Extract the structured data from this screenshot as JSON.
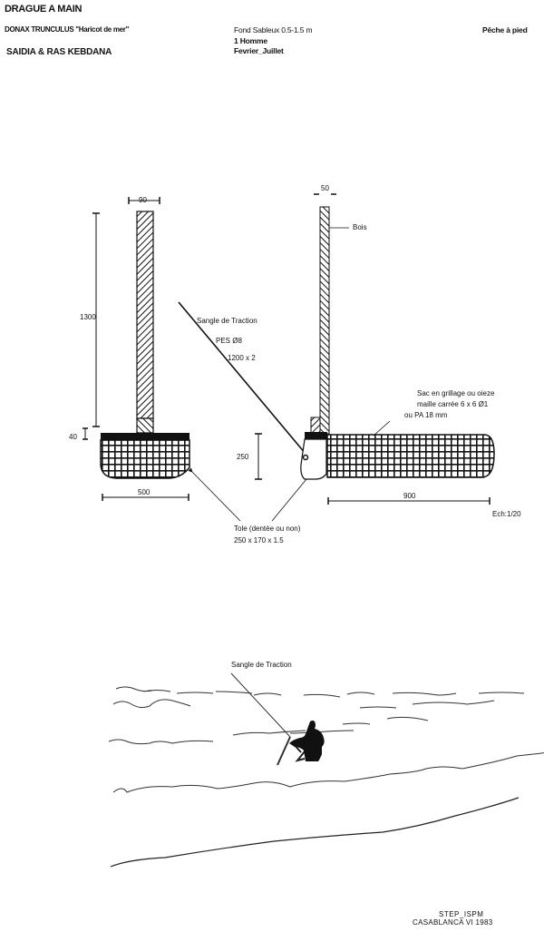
{
  "header": {
    "title": "DRAGUE A MAIN",
    "species": "DONAX TRUNCULUS \"Haricot de mer\"",
    "location": "SAIDIA & RAS KEBDANA",
    "conditions": [
      "Fond Sableux 0.5-1.5 m",
      "1 Homme",
      "Fevrier_Juillet"
    ],
    "fishing_type": "Pêche à pied"
  },
  "front_view": {
    "handle_width": "90",
    "handle_height": "1300",
    "frame_height": "40",
    "frame_width": "500"
  },
  "side_view": {
    "handle_width": "50",
    "wood_label": "Bois",
    "blade_height": "250",
    "bag_length": "900",
    "bag_note": [
      "Sac en grillage ou oieze",
      "maille carrée 6 x 6 Ø1",
      "ou PA 18 mm"
    ]
  },
  "traction_strap": {
    "label": "Sangle de Traction",
    "material": "PES Ø8",
    "length": "1200 x 2"
  },
  "blade": {
    "label": "Tole (dentée ou non)",
    "dims": "250 x 170 x 1.5"
  },
  "scale": "Ech:1/20",
  "scene": {
    "strap_label": "Sangle de Traction"
  },
  "credits": {
    "org": "STEP_ISPM",
    "place_date": "CASABLANCA VI 1983"
  }
}
